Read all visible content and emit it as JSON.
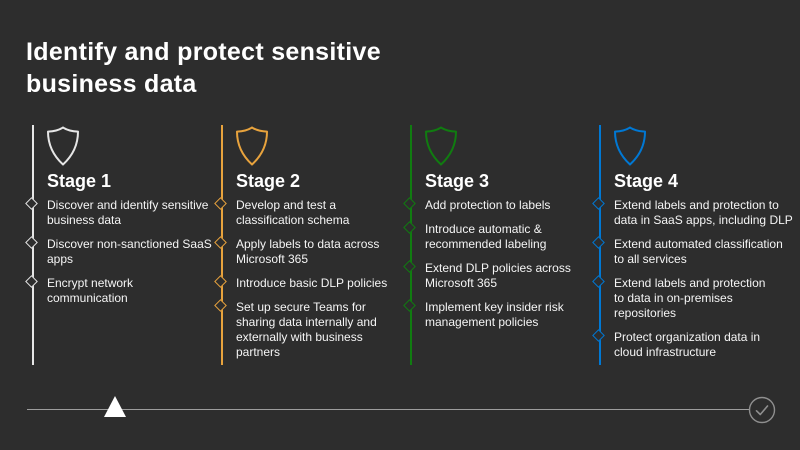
{
  "slide": {
    "title": "Identify and protect sensitive\nbusiness data"
  },
  "stages": [
    {
      "label": "Stage 1",
      "color": "#e6e6e6",
      "icon": "shield-outline",
      "items": [
        "Discover and identify sensitive\nbusiness data",
        "Discover non-sanctioned SaaS\napps",
        "Encrypt network\ncommunication"
      ]
    },
    {
      "label": "Stage 2",
      "color": "#e8a33d",
      "icon": "shield-outline",
      "items": [
        "Develop and test a\nclassification schema",
        "Apply labels to data across\nMicrosoft 365",
        "Introduce basic DLP policies",
        "Set up secure Teams for\nsharing data internally and\nexternally with business\npartners"
      ]
    },
    {
      "label": "Stage 3",
      "color": "#107c10",
      "icon": "shield-outline",
      "items": [
        "Add protection to labels",
        "Introduce automatic &\nrecommended labeling",
        "Extend DLP policies across\nMicrosoft 365",
        "Implement key insider risk\nmanagement policies"
      ]
    },
    {
      "label": "Stage 4",
      "color": "#0078d4",
      "icon": "shield-outline",
      "items": [
        "Extend labels and protection to\ndata in SaaS apps, including DLP",
        "Extend automated classification\nto all services",
        "Extend labels and protection\nto data in on-premises\nrepositories",
        "Protect organization data in\ncloud infrastructure"
      ]
    }
  ],
  "timeline": {
    "marker_icon": "triangle-up",
    "end_icon": "check-circle",
    "line_color": "#9d9d9d",
    "marker_color": "#ffffff",
    "end_icon_color": "#8f8f8f"
  },
  "icons": {
    "bullet_icon": "diamond-outline"
  },
  "colors": {
    "background": "#2d2d2d",
    "title_text": "#ffffff",
    "body_text": "#f5f5f5"
  }
}
